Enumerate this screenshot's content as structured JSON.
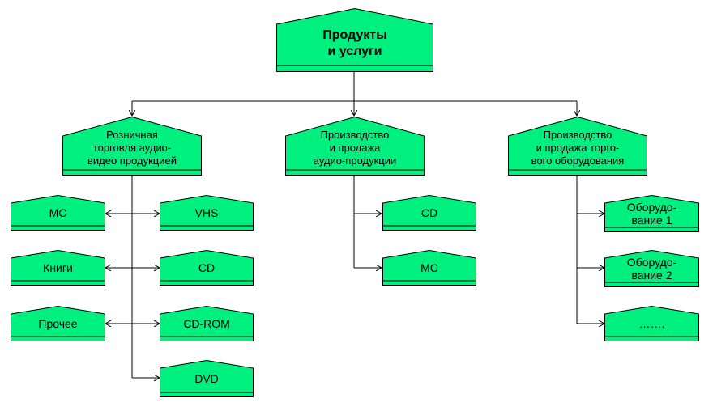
{
  "colors": {
    "fill": "#00F080",
    "stroke": "#000000"
  },
  "root": {
    "label": "Продукты\nи услуги"
  },
  "branches": [
    {
      "label": "Розничная\nторговля аудио-\nвидео продукцией",
      "left_items": [
        "MC",
        "Книги",
        "Прочее"
      ],
      "right_items": [
        "VHS",
        "CD",
        "CD-ROM",
        "DVD"
      ]
    },
    {
      "label": "Производство\nи продажа\nаудио-продукции",
      "items": [
        "CD",
        "MC"
      ]
    },
    {
      "label": "Производство\nи продажа торго-\nвого оборудования",
      "items": [
        "Оборудо-\nвание 1",
        "Оборудо-\nвание 2",
        "……."
      ]
    }
  ]
}
